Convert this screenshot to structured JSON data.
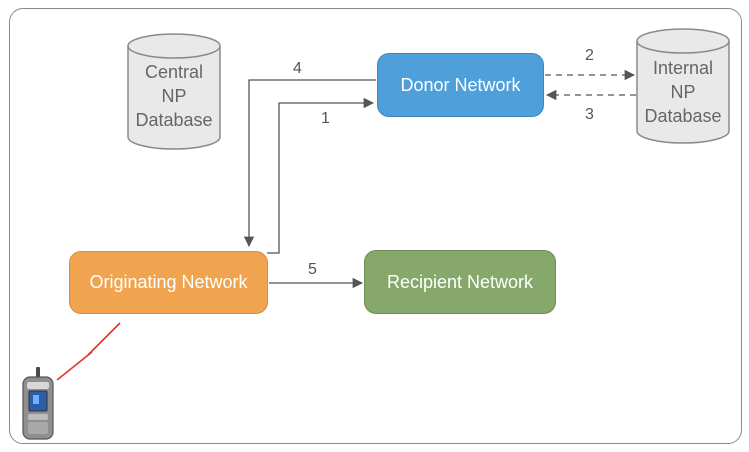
{
  "nodes": {
    "donor": "Donor Network",
    "originating": "Originating Network",
    "recipient": "Recipient Network"
  },
  "databases": {
    "central": [
      "Central",
      "NP",
      "Database"
    ],
    "internal": [
      "Internal",
      "NP",
      "Database"
    ]
  },
  "steps": {
    "s1": "1",
    "s2": "2",
    "s3": "3",
    "s4": "4",
    "s5": "5"
  },
  "colors": {
    "donor": "#4f9fdb",
    "originating": "#f0a44f",
    "recipient": "#86a86a",
    "database_fill": "#e9e9e9",
    "database_stroke": "#8a8a8a",
    "arrow": "#555555",
    "signal": "#e8312a"
  }
}
